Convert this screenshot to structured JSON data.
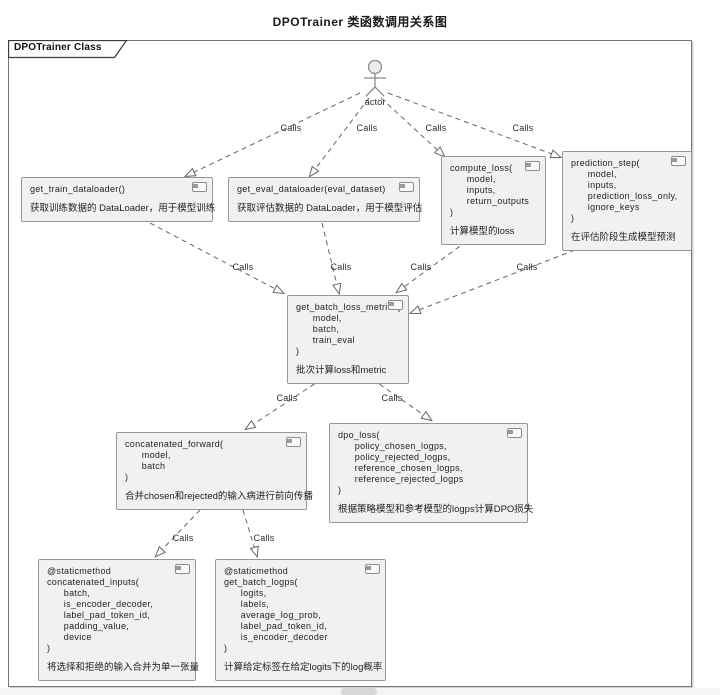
{
  "page": {
    "title": "DPOTrainer 类函数调用关系图",
    "frame_label": "DPOTrainer Class",
    "actor_label": "actor"
  },
  "colors": {
    "node_fill": "#f1f1f0",
    "node_border": "#979797",
    "edge": "#666666",
    "frame_border": "#777777"
  },
  "nodes": [
    {
      "id": "get_train_dataloader",
      "code": [
        "get_train_dataloader()"
      ],
      "desc": "获取训练数据的 DataLoader，用于模型训练"
    },
    {
      "id": "get_eval_dataloader",
      "code": [
        "get_eval_dataloader(eval_dataset)"
      ],
      "desc": "获取评估数据的 DataLoader，用于模型评估"
    },
    {
      "id": "compute_loss",
      "code": [
        "compute_loss(",
        "      model,",
        "      inputs,",
        "      return_outputs",
        ")"
      ],
      "desc": "计算模型的loss"
    },
    {
      "id": "prediction_step",
      "code": [
        "prediction_step(",
        "      model,",
        "      inputs,",
        "      prediction_loss_only,",
        "      ignore_keys",
        ")"
      ],
      "desc": "在评估阶段生成模型预测"
    },
    {
      "id": "get_batch_loss_metrics",
      "code": [
        "get_batch_loss_metrics(",
        "      model,",
        "      batch,",
        "      train_eval",
        ")"
      ],
      "desc": "批次计算loss和metric"
    },
    {
      "id": "concatenated_forward",
      "code": [
        "concatenated_forward(",
        "      model,",
        "      batch",
        ")"
      ],
      "desc": "合并chosen和rejected的输入病进行前向传播"
    },
    {
      "id": "dpo_loss",
      "code": [
        "dpo_loss(",
        "      policy_chosen_logps,",
        "      policy_rejected_logps,",
        "      reference_chosen_logps,",
        "      reference_rejected_logps",
        ")"
      ],
      "desc": "根据策略模型和参考模型的logps计算DPO损失"
    },
    {
      "id": "concatenated_inputs",
      "code": [
        "@staticmethod",
        "concatenated_inputs(",
        "      batch,",
        "      is_encoder_decoder,",
        "      label_pad_token_id,",
        "      padding_value,",
        "      device",
        ")"
      ],
      "desc": "将选择和拒绝的输入合并为单一张量"
    },
    {
      "id": "get_batch_logps",
      "code": [
        "@staticmethod",
        "get_batch_logps(",
        "      logits,",
        "      labels,",
        "      average_log_prob,",
        "      label_pad_token_id,",
        "      is_encoder_decoder",
        ")"
      ],
      "desc": "计算给定标签在给定logits下的log概率"
    }
  ],
  "edges": [
    {
      "from": "actor",
      "to": "get_train_dataloader",
      "label": "Calls"
    },
    {
      "from": "actor",
      "to": "get_eval_dataloader",
      "label": "Calls"
    },
    {
      "from": "actor",
      "to": "compute_loss",
      "label": "Calls"
    },
    {
      "from": "actor",
      "to": "prediction_step",
      "label": "Calls"
    },
    {
      "from": "get_train_dataloader",
      "to": "get_batch_loss_metrics",
      "label": "Calls"
    },
    {
      "from": "get_eval_dataloader",
      "to": "get_batch_loss_metrics",
      "label": "Calls"
    },
    {
      "from": "compute_loss",
      "to": "get_batch_loss_metrics",
      "label": "Calls"
    },
    {
      "from": "prediction_step",
      "to": "get_batch_loss_metrics",
      "label": "Calls"
    },
    {
      "from": "get_batch_loss_metrics",
      "to": "concatenated_forward",
      "label": "Calls"
    },
    {
      "from": "get_batch_loss_metrics",
      "to": "dpo_loss",
      "label": "Calls"
    },
    {
      "from": "concatenated_forward",
      "to": "concatenated_inputs",
      "label": "Calls"
    },
    {
      "from": "concatenated_forward",
      "to": "get_batch_logps",
      "label": "Calls"
    }
  ]
}
